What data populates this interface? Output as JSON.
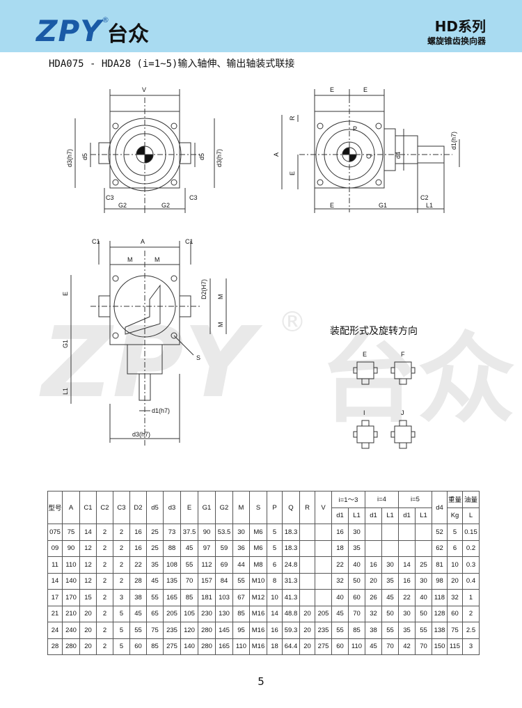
{
  "header": {
    "logo_latin": "ZPY",
    "logo_reg": "®",
    "logo_cn": "台众",
    "series": "HD系列",
    "series_sub": "螺旋锥齿换向器"
  },
  "subtitle": "HDA075 - HDA28 (i=1~5)输入轴伸、输出轴装式联接",
  "watermark": {
    "latin": "ZPY",
    "reg": "®",
    "cn": "台众"
  },
  "drawing_labels": {
    "v": "V",
    "c3": "C3",
    "g2": "G2",
    "d5": "d5",
    "d3h7": "d3(h7)",
    "e": "E",
    "r": "R",
    "p": "P",
    "q": "Q",
    "a": "A",
    "d4": "d4",
    "d1h7": "d1(h7)",
    "g1": "G1",
    "l1": "L1",
    "c2": "C2",
    "c1": "C1",
    "m": "M",
    "d2h7": "D2(H7)",
    "s": "S"
  },
  "assembly": {
    "title": "装配形式及旋转方向",
    "labels": [
      "E",
      "F",
      "I",
      "J"
    ]
  },
  "table": {
    "header_top": [
      "型号",
      "A",
      "C1",
      "C2",
      "C3",
      "D2",
      "d5",
      "d3",
      "E",
      "G1",
      "G2",
      "M",
      "S",
      "P",
      "Q",
      "R",
      "V"
    ],
    "ratio_groups": [
      "i=1～3",
      "i=4",
      "i=5"
    ],
    "ratio_sub": [
      "d1",
      "L1",
      "d1",
      "L1",
      "d1",
      "L1"
    ],
    "tail_headers": {
      "d4": "d4",
      "weight": "重量",
      "oil": "油量",
      "kg": "Kg",
      "l": "L"
    },
    "rows": [
      [
        "075",
        "75",
        "14",
        "2",
        "2",
        "16",
        "25",
        "73",
        "37.5",
        "90",
        "53.5",
        "30",
        "M6",
        "5",
        "18.3",
        "",
        "",
        "16",
        "30",
        "",
        "",
        "",
        "",
        "52",
        "5",
        "0.15"
      ],
      [
        "09",
        "90",
        "12",
        "2",
        "2",
        "16",
        "25",
        "88",
        "45",
        "97",
        "59",
        "36",
        "M6",
        "5",
        "18.3",
        "",
        "",
        "18",
        "35",
        "",
        "",
        "",
        "",
        "62",
        "6",
        "0.2"
      ],
      [
        "11",
        "110",
        "12",
        "2",
        "2",
        "22",
        "35",
        "108",
        "55",
        "112",
        "69",
        "44",
        "M8",
        "6",
        "24.8",
        "",
        "",
        "22",
        "40",
        "16",
        "30",
        "14",
        "25",
        "81",
        "10",
        "0.3"
      ],
      [
        "14",
        "140",
        "12",
        "2",
        "2",
        "28",
        "45",
        "135",
        "70",
        "157",
        "84",
        "55",
        "M10",
        "8",
        "31.3",
        "",
        "",
        "32",
        "50",
        "20",
        "35",
        "16",
        "30",
        "98",
        "20",
        "0.4"
      ],
      [
        "17",
        "170",
        "15",
        "2",
        "3",
        "38",
        "55",
        "165",
        "85",
        "181",
        "103",
        "67",
        "M12",
        "10",
        "41.3",
        "",
        "",
        "40",
        "60",
        "26",
        "45",
        "22",
        "40",
        "118",
        "32",
        "1"
      ],
      [
        "21",
        "210",
        "20",
        "2",
        "5",
        "45",
        "65",
        "205",
        "105",
        "230",
        "130",
        "85",
        "M16",
        "14",
        "48.8",
        "20",
        "205",
        "45",
        "70",
        "32",
        "50",
        "30",
        "50",
        "128",
        "60",
        "2"
      ],
      [
        "24",
        "240",
        "20",
        "2",
        "5",
        "55",
        "75",
        "235",
        "120",
        "280",
        "145",
        "95",
        "M16",
        "16",
        "59.3",
        "20",
        "235",
        "55",
        "85",
        "38",
        "55",
        "35",
        "55",
        "138",
        "75",
        "2.5"
      ],
      [
        "28",
        "280",
        "20",
        "2",
        "5",
        "60",
        "85",
        "275",
        "140",
        "280",
        "165",
        "110",
        "M16",
        "18",
        "64.4",
        "20",
        "275",
        "60",
        "110",
        "45",
        "70",
        "42",
        "70",
        "150",
        "115",
        "3"
      ]
    ]
  },
  "page_number": "5"
}
